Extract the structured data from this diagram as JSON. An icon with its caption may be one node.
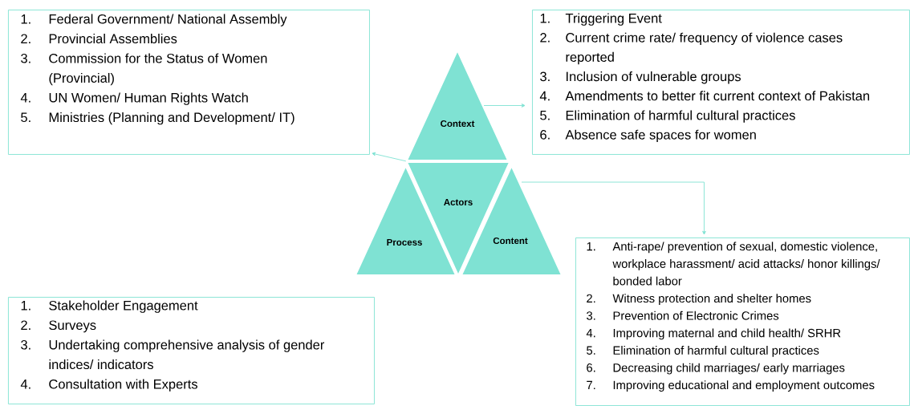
{
  "diagram": {
    "nodes": [
      {
        "text": [
          "1.",
          "Federal Government/ National Assembly",
          "2.",
          "Provincial Assemblies",
          "3.",
          "Commission for the Status of Women (Provincial)",
          "4.",
          "UN Women/ Human Rights Watch",
          "5.",
          "Ministries (Planning and Development/ IT)"
        ]
      },
      {
        "text": [
          "Context"
        ]
      },
      {
        "text": [
          "1.",
          "Triggering Event",
          "2.",
          "Current crime rate/ frequency of violence cases reported",
          "3.",
          "Inclusion of vulnerable groups",
          "4.",
          "Amendments to better fit current context of Pakistan",
          "5.",
          "Elimination of harmful cultural practices",
          "6.",
          "Absence safe spaces for women"
        ]
      },
      {
        "text": [
          "Actors"
        ]
      },
      {
        "text": [
          "Process"
        ]
      },
      {
        "text": [
          "Content"
        ]
      },
      {
        "text": [
          "1.",
          "Anti-rape/ prevention of sexual, domestic violence, workplace harassment/ acid attacks/ honor killings/ bonded labor",
          "2.",
          "Witness protection and shelter homes",
          "3.",
          "Prevention of Electronic Crimes",
          "4.",
          "Improving maternal and child health/ SRHR",
          "5.",
          "Elimination of harmful cultural practices",
          "6.",
          "Decreasing child marriages/ early marriages",
          "7.",
          "Improving educational and employment outcomes"
        ]
      },
      {
        "text": [
          "1.",
          "Stakeholder Engagement",
          "2.",
          "Surveys",
          "3.",
          "Undertaking comprehensive analysis of gender indices/ indicators",
          "4.",
          "Consultation with Experts"
        ]
      }
    ],
    "edges": [
      {
        "from": 3,
        "to": 0,
        "arrow": "to"
      },
      {
        "from": 1,
        "to": 2,
        "arrow": "to"
      },
      {
        "from": 5,
        "to": 6,
        "arrow": "to"
      }
    ]
  }
}
